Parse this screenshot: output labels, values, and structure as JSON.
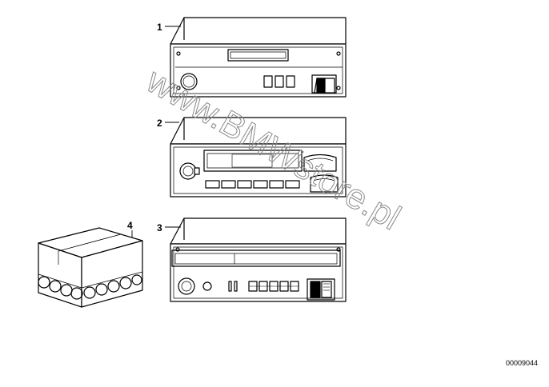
{
  "diagram": {
    "callouts": {
      "part1": "1",
      "part2": "2",
      "part3": "3",
      "part4": "4"
    },
    "watermark": "www.BMWstore.pl",
    "drawing_number": "00009044"
  },
  "colors": {
    "line": "#000000",
    "background": "#ffffff",
    "watermark": "#8a8a8a"
  }
}
